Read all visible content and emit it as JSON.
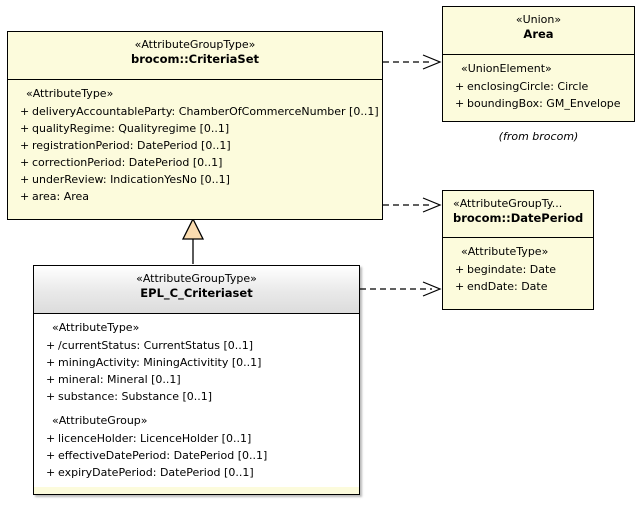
{
  "diagram": {
    "type": "uml-class-diagram",
    "background": "#ffffff",
    "class_fill": "#FCFBDC",
    "header_grey_fill": "#E4E4E4",
    "triangle_fill": "#FBDCB0"
  },
  "classes": {
    "criteriaset": {
      "stereotype": "«AttributeGroupType»",
      "name": "brocom::CriteriaSet",
      "groups": [
        {
          "stereotype": "«AttributeType»",
          "attributes": [
            {
              "visibility": "+",
              "text": "deliveryAccountableParty: ChamberOfCommerceNumber [0..1]"
            },
            {
              "visibility": "+",
              "text": "qualityRegime: Qualityregime [0..1]"
            },
            {
              "visibility": "+",
              "text": "registrationPeriod: DatePeriod [0..1]"
            },
            {
              "visibility": "+",
              "text": "correctionPeriod: DatePeriod [0..1]"
            },
            {
              "visibility": "+",
              "text": "underReview: IndicationYesNo [0..1]"
            },
            {
              "visibility": "+",
              "text": "area: Area"
            }
          ]
        }
      ]
    },
    "area": {
      "stereotype": "«Union»",
      "name": "Area",
      "note": "(from brocom)",
      "groups": [
        {
          "stereotype": "«UnionElement»",
          "attributes": [
            {
              "visibility": "+",
              "text": "enclosingCircle: Circle"
            },
            {
              "visibility": "+",
              "text": "boundingBox: GM_Envelope"
            }
          ]
        }
      ]
    },
    "dateperiod": {
      "stereotype": "«AttributeGroupTy...",
      "name": "brocom::DatePeriod",
      "groups": [
        {
          "stereotype": "«AttributeType»",
          "attributes": [
            {
              "visibility": "+",
              "text": "begindate: Date"
            },
            {
              "visibility": "+",
              "text": "endDate: Date"
            }
          ]
        }
      ]
    },
    "epl_criteriaset": {
      "stereotype": "«AttributeGroupType»",
      "name": "EPL_C_Criteriaset",
      "groups": [
        {
          "stereotype": "«AttributeType»",
          "attributes": [
            {
              "visibility": "+",
              "text": "/currentStatus: CurrentStatus [0..1]"
            },
            {
              "visibility": "+",
              "text": "miningActivity: MiningActivitity [0..1]"
            },
            {
              "visibility": "+",
              "text": "mineral: Mineral [0..1]"
            },
            {
              "visibility": "+",
              "text": "substance: Substance [0..1]"
            }
          ]
        },
        {
          "stereotype": "«AttributeGroup»",
          "attributes": [
            {
              "visibility": "+",
              "text": "licenceHolder: LicenceHolder [0..1]"
            },
            {
              "visibility": "+",
              "text": "effectiveDatePeriod: DatePeriod [0..1]"
            },
            {
              "visibility": "+",
              "text": "expiryDatePeriod: DatePeriod [0..1]"
            }
          ]
        }
      ]
    }
  },
  "relationships": [
    {
      "kind": "dependency",
      "from": "brocom::CriteriaSet",
      "to": "Area",
      "style": "dashed-open-arrow"
    },
    {
      "kind": "dependency",
      "from": "brocom::CriteriaSet",
      "to": "brocom::DatePeriod",
      "style": "dashed-open-arrow"
    },
    {
      "kind": "dependency",
      "from": "EPL_C_Criteriaset",
      "to": "brocom::DatePeriod",
      "style": "dashed-open-arrow"
    },
    {
      "kind": "generalization",
      "from": "EPL_C_Criteriaset",
      "to": "brocom::CriteriaSet",
      "style": "solid-hollow-triangle"
    }
  ]
}
